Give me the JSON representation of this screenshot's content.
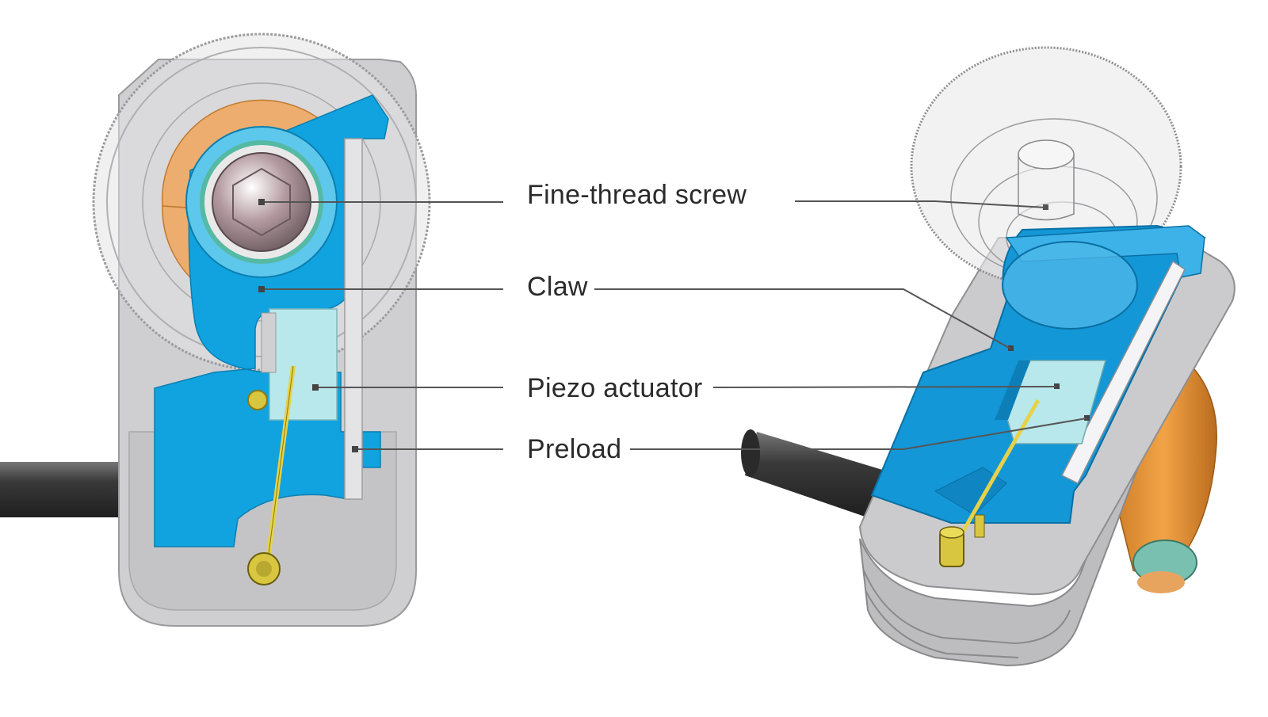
{
  "labels": {
    "fine_thread_screw": "Fine-thread screw",
    "claw": "Claw",
    "piezo_actuator": "Piezo actuator",
    "preload": "Preload"
  },
  "colors": {
    "claw_blue": "#11a3df",
    "piezo_cyan": "#a8e6ea",
    "housing_grey": "#c9c9cb",
    "spring_orange": "#f0a45a",
    "cable_dark": "#3a3a3a",
    "pin_yellow": "#e6d24a",
    "leader_line": "#555555"
  }
}
